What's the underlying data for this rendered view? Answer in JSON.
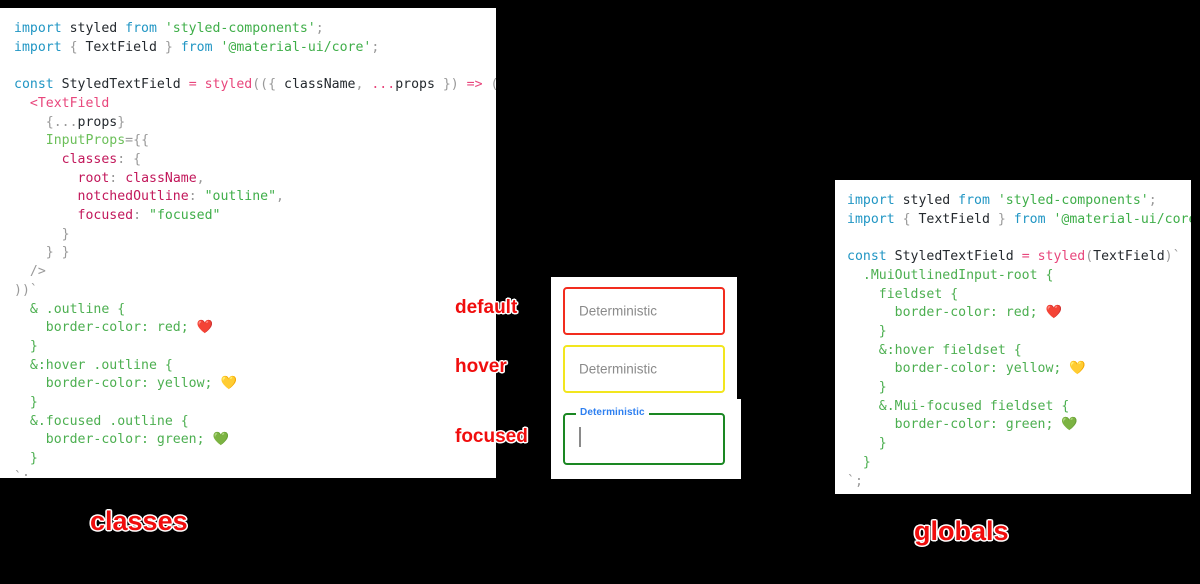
{
  "panels": {
    "classes": {
      "title": "classes",
      "code_lines": [
        [
          {
            "t": "import ",
            "c": "kw"
          },
          {
            "t": "styled ",
            "c": "plain"
          },
          {
            "t": "from ",
            "c": "kw"
          },
          {
            "t": "'styled-components'",
            "c": "str"
          },
          {
            "t": ";",
            "c": "punc"
          }
        ],
        [
          {
            "t": "import ",
            "c": "kw"
          },
          {
            "t": "{",
            "c": "punc"
          },
          {
            "t": " TextField ",
            "c": "plain"
          },
          {
            "t": "}",
            "c": "punc"
          },
          {
            "t": " ",
            "c": "plain"
          },
          {
            "t": "from ",
            "c": "kw"
          },
          {
            "t": "'@material-ui/core'",
            "c": "str"
          },
          {
            "t": ";",
            "c": "punc"
          }
        ],
        [],
        [
          {
            "t": "const ",
            "c": "kw"
          },
          {
            "t": "StyledTextField ",
            "c": "plain"
          },
          {
            "t": "= ",
            "c": "op"
          },
          {
            "t": "styled",
            "c": "fn"
          },
          {
            "t": "((",
            "c": "punc"
          },
          {
            "t": "{ ",
            "c": "punc"
          },
          {
            "t": "className",
            "c": "plain"
          },
          {
            "t": ", ",
            "c": "punc"
          },
          {
            "t": "...",
            "c": "op"
          },
          {
            "t": "props ",
            "c": "plain"
          },
          {
            "t": "}) ",
            "c": "punc"
          },
          {
            "t": "=> ",
            "c": "op"
          },
          {
            "t": "(",
            "c": "punc"
          }
        ],
        [
          {
            "t": "  <",
            "c": "tag"
          },
          {
            "t": "TextField",
            "c": "tag"
          }
        ],
        [
          {
            "t": "    {",
            "c": "punc"
          },
          {
            "t": "...",
            "c": "punc"
          },
          {
            "t": "props",
            "c": "plain"
          },
          {
            "t": "}",
            "c": "punc"
          }
        ],
        [
          {
            "t": "    ",
            "c": "plain"
          },
          {
            "t": "InputProps",
            "c": "attr"
          },
          {
            "t": "=",
            "c": "punc"
          },
          {
            "t": "{{",
            "c": "punc"
          }
        ],
        [
          {
            "t": "      ",
            "c": "plain"
          },
          {
            "t": "classes",
            "c": "prop"
          },
          {
            "t": ": ",
            "c": "punc"
          },
          {
            "t": "{",
            "c": "punc"
          }
        ],
        [
          {
            "t": "        ",
            "c": "plain"
          },
          {
            "t": "root",
            "c": "prop"
          },
          {
            "t": ": ",
            "c": "punc"
          },
          {
            "t": "className",
            "c": "prop"
          },
          {
            "t": ",",
            "c": "punc"
          }
        ],
        [
          {
            "t": "        ",
            "c": "plain"
          },
          {
            "t": "notchedOutline",
            "c": "prop"
          },
          {
            "t": ": ",
            "c": "punc"
          },
          {
            "t": "\"outline\"",
            "c": "str"
          },
          {
            "t": ",",
            "c": "punc"
          }
        ],
        [
          {
            "t": "        ",
            "c": "plain"
          },
          {
            "t": "focused",
            "c": "prop"
          },
          {
            "t": ": ",
            "c": "punc"
          },
          {
            "t": "\"focused\"",
            "c": "str"
          }
        ],
        [
          {
            "t": "      }",
            "c": "punc"
          }
        ],
        [
          {
            "t": "    } }",
            "c": "punc"
          }
        ],
        [
          {
            "t": "  />",
            "c": "punc"
          }
        ],
        [
          {
            "t": "))`",
            "c": "punc"
          }
        ],
        [
          {
            "t": "  & .outline {",
            "c": "css"
          }
        ],
        [
          {
            "t": "    border-color: red; ",
            "c": "css"
          },
          {
            "t": "❤️",
            "c": "emoji"
          }
        ],
        [
          {
            "t": "  }",
            "c": "css"
          }
        ],
        [
          {
            "t": "  &:hover .outline {",
            "c": "css"
          }
        ],
        [
          {
            "t": "    border-color: yellow; ",
            "c": "css"
          },
          {
            "t": "💛",
            "c": "emoji"
          }
        ],
        [
          {
            "t": "  }",
            "c": "css"
          }
        ],
        [
          {
            "t": "  &.focused .outline {",
            "c": "css"
          }
        ],
        [
          {
            "t": "    border-color: green; ",
            "c": "css"
          },
          {
            "t": "💚",
            "c": "emoji"
          }
        ],
        [
          {
            "t": "  }",
            "c": "css"
          }
        ],
        [
          {
            "t": "`;",
            "c": "punc"
          }
        ]
      ]
    },
    "globals": {
      "title": "globals",
      "code_lines": [
        [
          {
            "t": "import ",
            "c": "kw"
          },
          {
            "t": "styled ",
            "c": "plain"
          },
          {
            "t": "from ",
            "c": "kw"
          },
          {
            "t": "'styled-components'",
            "c": "str"
          },
          {
            "t": ";",
            "c": "punc"
          }
        ],
        [
          {
            "t": "import ",
            "c": "kw"
          },
          {
            "t": "{",
            "c": "punc"
          },
          {
            "t": " TextField ",
            "c": "plain"
          },
          {
            "t": "}",
            "c": "punc"
          },
          {
            "t": " ",
            "c": "plain"
          },
          {
            "t": "from ",
            "c": "kw"
          },
          {
            "t": "'@material-ui/core'",
            "c": "str"
          },
          {
            "t": ";",
            "c": "punc"
          }
        ],
        [],
        [
          {
            "t": "const ",
            "c": "kw"
          },
          {
            "t": "StyledTextField ",
            "c": "plain"
          },
          {
            "t": "= ",
            "c": "op"
          },
          {
            "t": "styled",
            "c": "fn"
          },
          {
            "t": "(",
            "c": "punc"
          },
          {
            "t": "TextField",
            "c": "plain"
          },
          {
            "t": ")`",
            "c": "punc"
          }
        ],
        [
          {
            "t": "  .MuiOutlinedInput-root {",
            "c": "css"
          }
        ],
        [
          {
            "t": "    fieldset {",
            "c": "css"
          }
        ],
        [
          {
            "t": "      border-color: red; ",
            "c": "css"
          },
          {
            "t": "❤️",
            "c": "emoji"
          }
        ],
        [
          {
            "t": "    }",
            "c": "css"
          }
        ],
        [
          {
            "t": "    &:hover fieldset {",
            "c": "css"
          }
        ],
        [
          {
            "t": "      border-color: yellow; ",
            "c": "css"
          },
          {
            "t": "💛",
            "c": "emoji"
          }
        ],
        [
          {
            "t": "    }",
            "c": "css"
          }
        ],
        [
          {
            "t": "    &.Mui-focused fieldset {",
            "c": "css"
          }
        ],
        [
          {
            "t": "      border-color: green; ",
            "c": "css"
          },
          {
            "t": "💚",
            "c": "emoji"
          }
        ],
        [
          {
            "t": "    }",
            "c": "css"
          }
        ],
        [
          {
            "t": "  }",
            "c": "css"
          }
        ],
        [
          {
            "t": "`;",
            "c": "punc"
          }
        ]
      ]
    }
  },
  "demo": {
    "states": {
      "default_label": "default",
      "hover_label": "hover",
      "focused_label": "focused"
    },
    "fields": {
      "default": {
        "text": "Deterministic",
        "border_color": "#f22c1e"
      },
      "hover": {
        "text": "Deterministic",
        "border_color": "#f2e61e"
      },
      "focused": {
        "label": "Deterministic",
        "value": "",
        "border_color": "#1a8722",
        "label_color": "#2d7ff0"
      }
    }
  },
  "colors": {
    "background": "#000000",
    "panel": "#ffffff",
    "annotation": "#f00d0d",
    "red": "#f22c1e",
    "yellow": "#f2e61e",
    "green": "#1a8722",
    "blue": "#2d7ff0"
  }
}
